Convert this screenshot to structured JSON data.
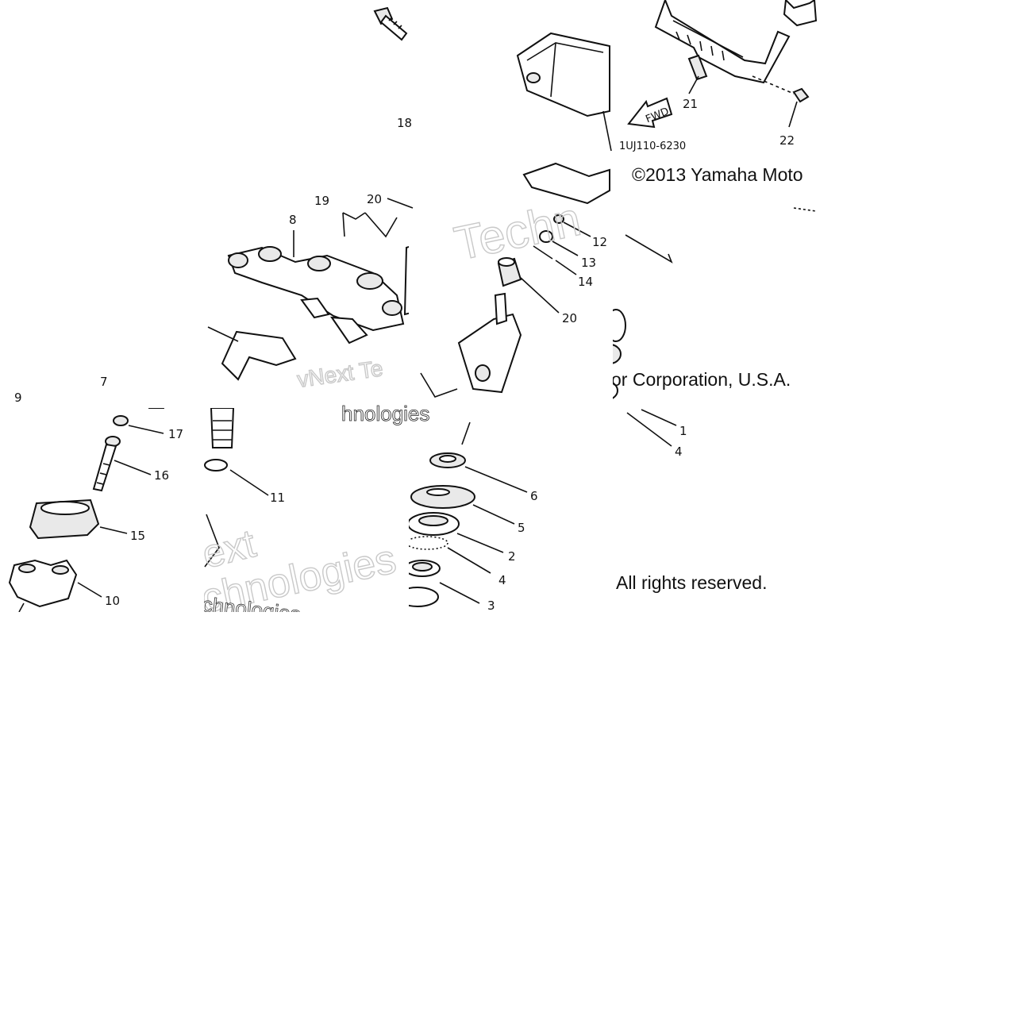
{
  "copyright": {
    "line1": "©2013 Yamaha Moto",
    "line2": "or Corporation, U.S.A.",
    "line3": "All rights reserved."
  },
  "diagram_code": "1UJ110-6230",
  "fwd_label": "FWD",
  "watermarks": [
    {
      "text": "Techn"
    },
    {
      "text": "vNext Te"
    },
    {
      "text": "hnologies"
    },
    {
      "text": "ext"
    },
    {
      "text": "echnologies"
    },
    {
      "text": "chnologies"
    }
  ],
  "part_labels": [
    {
      "num": "1"
    },
    {
      "num": "2"
    },
    {
      "num": "3"
    },
    {
      "num": "4"
    },
    {
      "num": "4"
    },
    {
      "num": "5"
    },
    {
      "num": "6"
    },
    {
      "num": "7"
    },
    {
      "num": "8"
    },
    {
      "num": "9"
    },
    {
      "num": "10"
    },
    {
      "num": "11"
    },
    {
      "num": "12"
    },
    {
      "num": "13"
    },
    {
      "num": "14"
    },
    {
      "num": "15"
    },
    {
      "num": "16"
    },
    {
      "num": "17"
    },
    {
      "num": "18"
    },
    {
      "num": "19"
    },
    {
      "num": "20"
    },
    {
      "num": "20"
    },
    {
      "num": "21"
    },
    {
      "num": "22"
    }
  ]
}
